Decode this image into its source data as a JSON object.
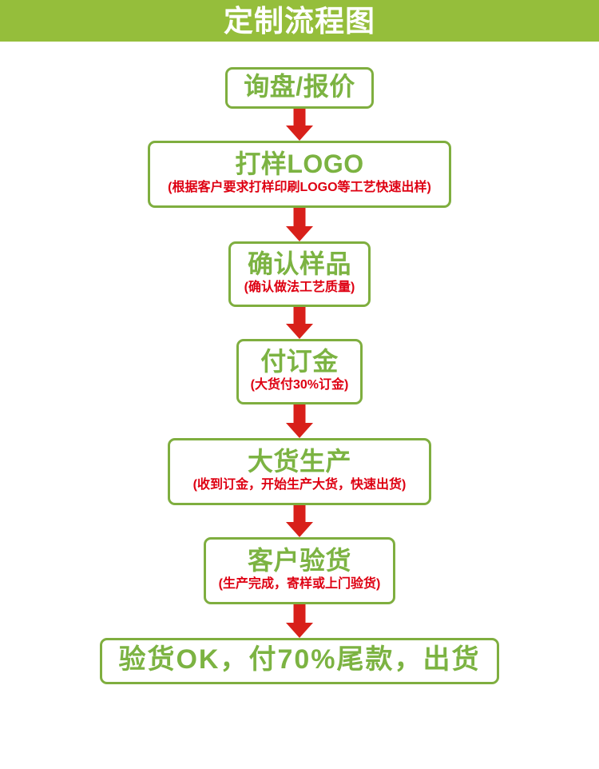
{
  "header": {
    "title": "定制流程图",
    "background_color": "#95be3b",
    "title_color": "#ffffff"
  },
  "theme": {
    "box_border_color": "#7fae3f",
    "box_title_color": "#7cb342",
    "box_subtitle_color": "#de0012",
    "arrow_color": "#d8201a",
    "page_background": "#ffffff"
  },
  "flow": {
    "steps": [
      {
        "index": 1,
        "title": "询盘/报价",
        "subtitle": ""
      },
      {
        "index": 2,
        "title": "打样LOGO",
        "subtitle": "(根据客户要求打样印刷LOGO等工艺快速出样)"
      },
      {
        "index": 3,
        "title": "确认样品",
        "subtitle": "(确认做法工艺质量)"
      },
      {
        "index": 4,
        "title": "付订金",
        "subtitle": "(大货付30%订金)"
      },
      {
        "index": 5,
        "title": "大货生产",
        "subtitle": "(收到订金，开始生产大货，快速出货)"
      },
      {
        "index": 6,
        "title": "客户验货",
        "subtitle": "(生产完成，寄样或上门验货)"
      },
      {
        "index": 7,
        "title": "验货OK，付70%尾款，出货",
        "subtitle": ""
      }
    ],
    "connectors": [
      {
        "from": 1,
        "to": 2,
        "icon": "arrow-down-icon"
      },
      {
        "from": 2,
        "to": 3,
        "icon": "arrow-down-icon"
      },
      {
        "from": 3,
        "to": 4,
        "icon": "arrow-down-icon"
      },
      {
        "from": 4,
        "to": 5,
        "icon": "arrow-down-icon"
      },
      {
        "from": 5,
        "to": 6,
        "icon": "arrow-down-icon"
      },
      {
        "from": 6,
        "to": 7,
        "icon": "arrow-down-icon"
      }
    ]
  }
}
